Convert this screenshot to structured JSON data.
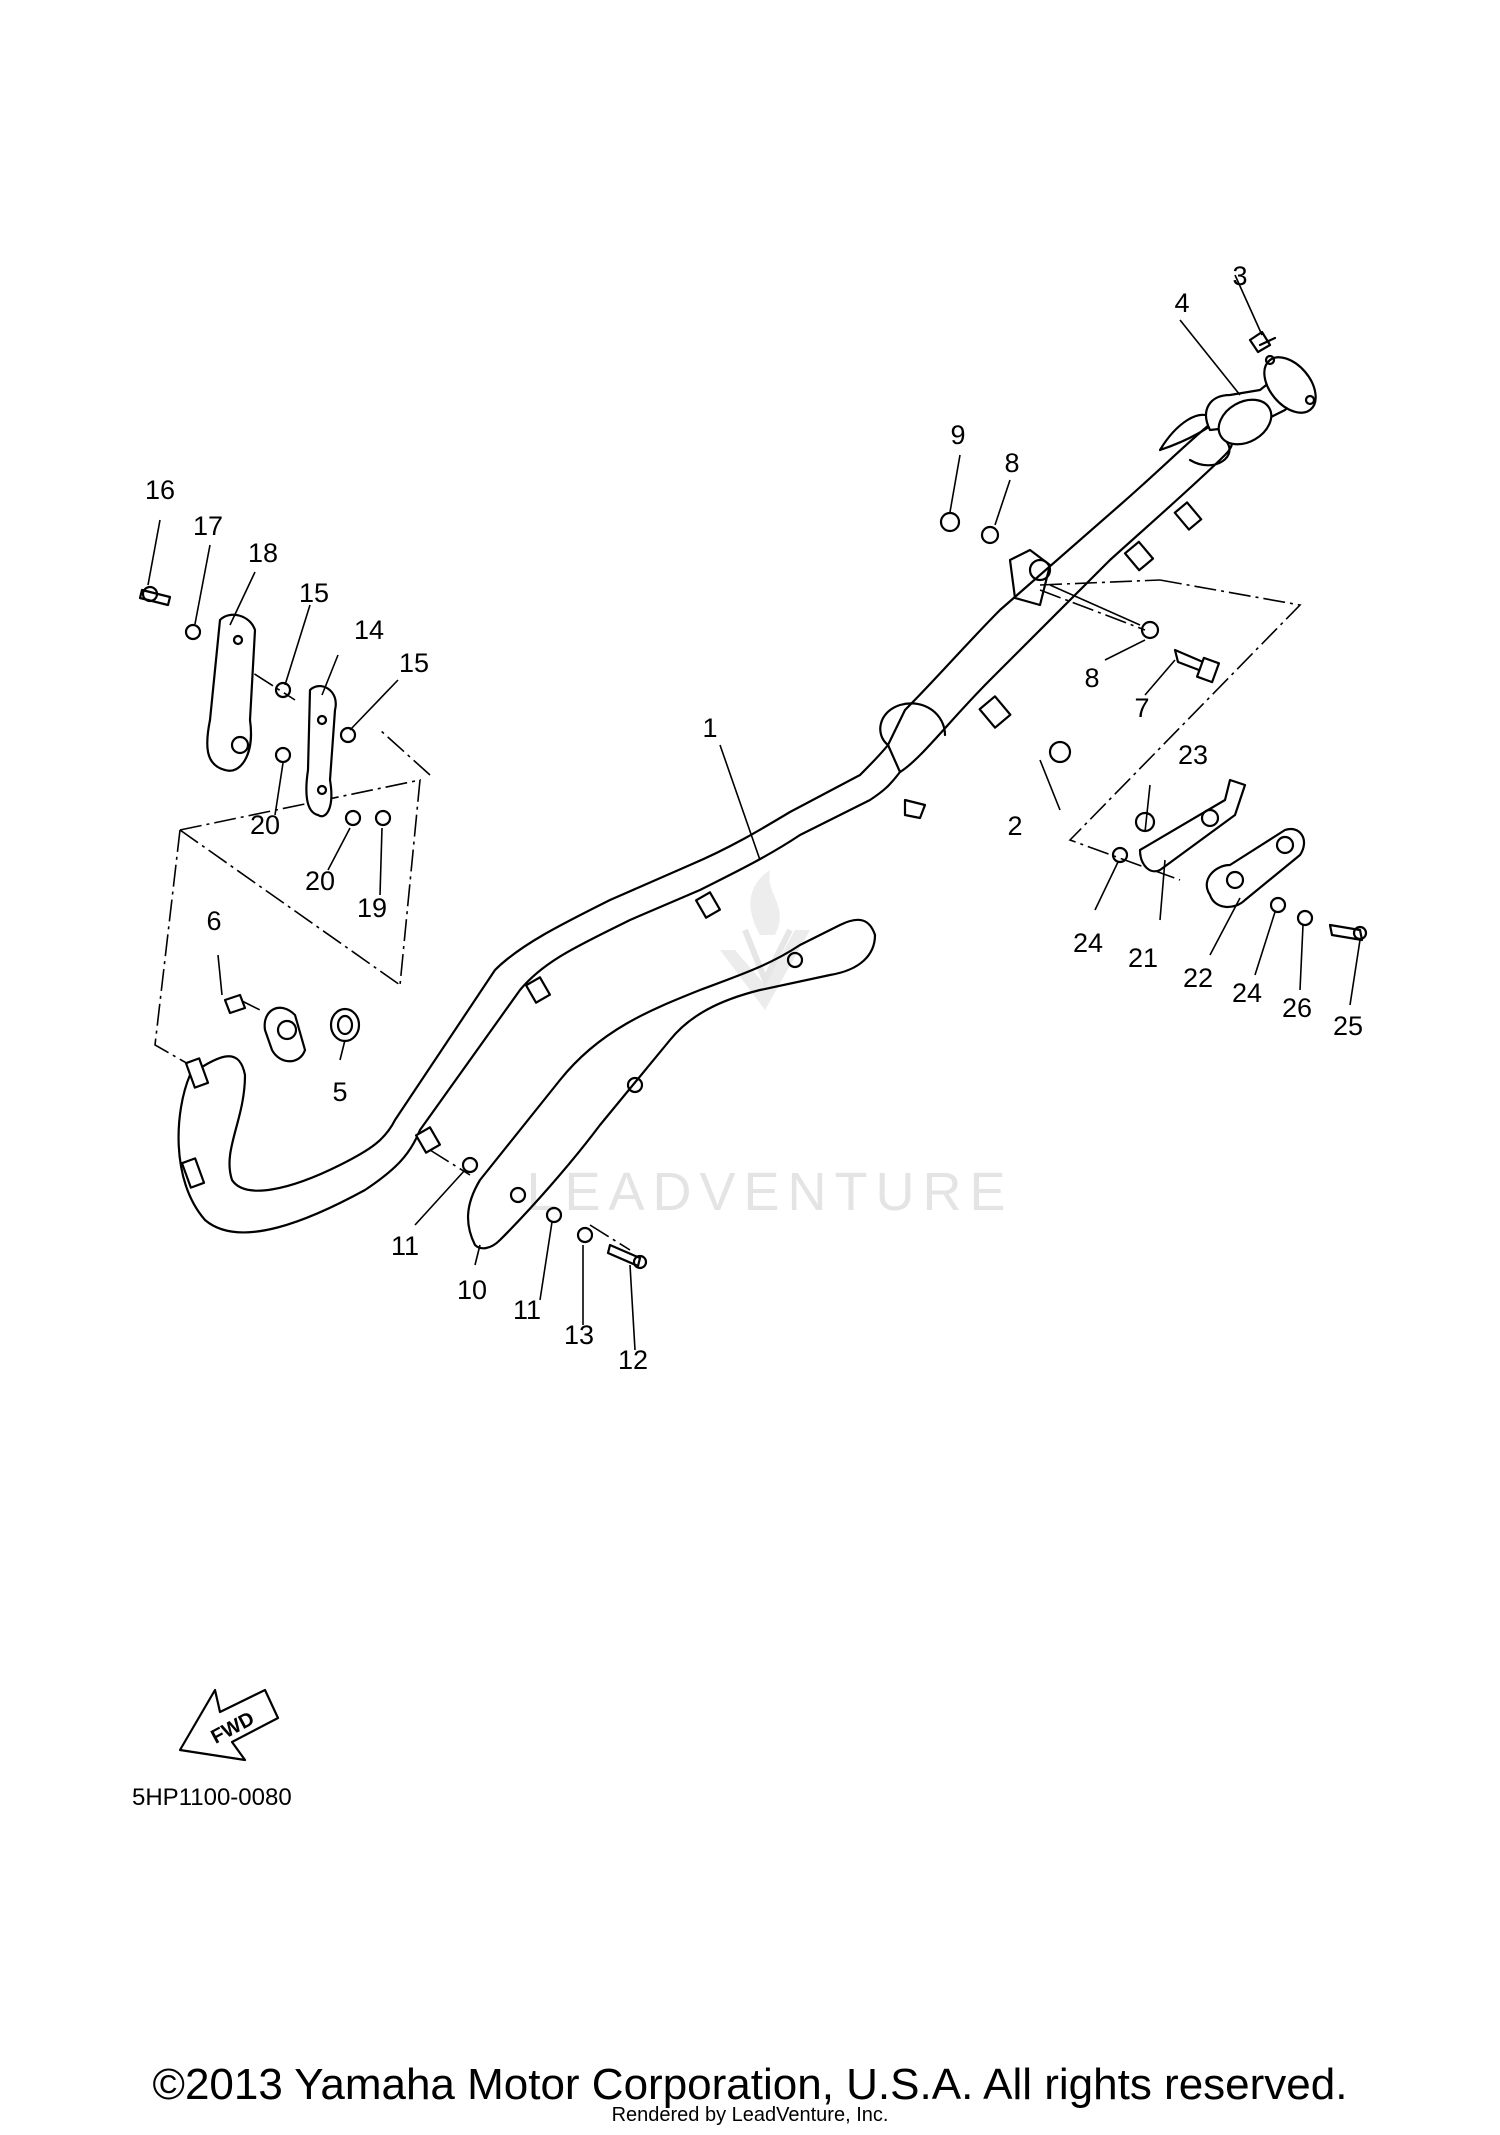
{
  "diagram": {
    "code": "5HP1100-0080",
    "fwd_label": "FWD",
    "watermark": "LEADVENTURE",
    "callouts": [
      {
        "id": "c1",
        "label": "1"
      },
      {
        "id": "c2",
        "label": "2"
      },
      {
        "id": "c3",
        "label": "3"
      },
      {
        "id": "c4",
        "label": "4"
      },
      {
        "id": "c5",
        "label": "5"
      },
      {
        "id": "c6",
        "label": "6"
      },
      {
        "id": "c7",
        "label": "7"
      },
      {
        "id": "c8a",
        "label": "8"
      },
      {
        "id": "c8b",
        "label": "8"
      },
      {
        "id": "c9",
        "label": "9"
      },
      {
        "id": "c10",
        "label": "10"
      },
      {
        "id": "c11a",
        "label": "11"
      },
      {
        "id": "c11b",
        "label": "11"
      },
      {
        "id": "c12",
        "label": "12"
      },
      {
        "id": "c13",
        "label": "13"
      },
      {
        "id": "c14",
        "label": "14"
      },
      {
        "id": "c15a",
        "label": "15"
      },
      {
        "id": "c15b",
        "label": "15"
      },
      {
        "id": "c16",
        "label": "16"
      },
      {
        "id": "c17",
        "label": "17"
      },
      {
        "id": "c18",
        "label": "18"
      },
      {
        "id": "c19",
        "label": "19"
      },
      {
        "id": "c20a",
        "label": "20"
      },
      {
        "id": "c20b",
        "label": "20"
      },
      {
        "id": "c21",
        "label": "21"
      },
      {
        "id": "c22",
        "label": "22"
      },
      {
        "id": "c23",
        "label": "23"
      },
      {
        "id": "c24a",
        "label": "24"
      },
      {
        "id": "c24b",
        "label": "24"
      },
      {
        "id": "c25",
        "label": "25"
      },
      {
        "id": "c26",
        "label": "26"
      }
    ]
  },
  "footer": {
    "copyright": "©2013 Yamaha Motor Corporation, U.S.A. All rights reserved.",
    "rendered_by": "Rendered by LeadVenture, Inc."
  }
}
